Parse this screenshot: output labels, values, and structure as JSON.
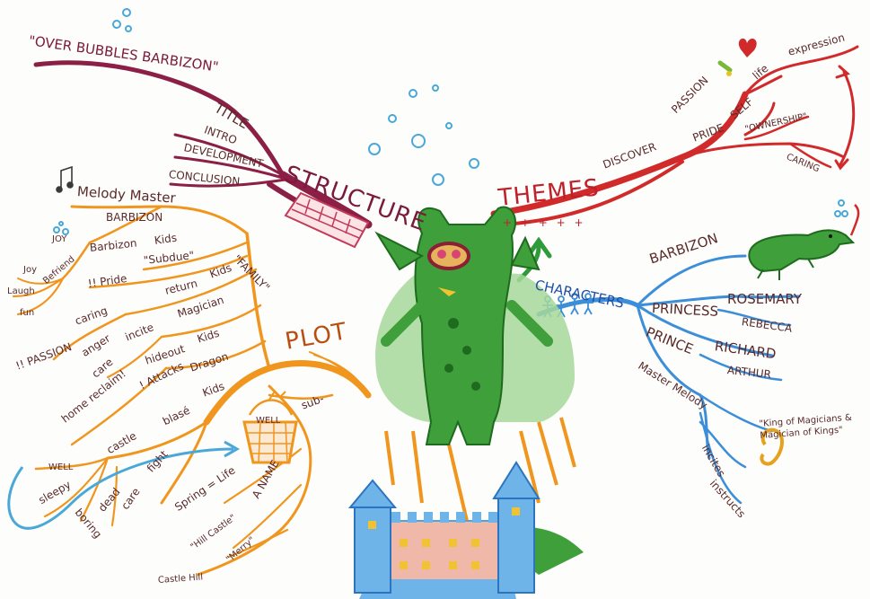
{
  "colors": {
    "structure": "#8b1f45",
    "themes": "#d12a2a",
    "plot": "#f0961e",
    "characters": "#3d8ed8",
    "monster": "#3f9f3a",
    "castle": "#f0b8a8",
    "tower": "#6fb4e8"
  },
  "center": {
    "image": "green-monster-with-castle",
    "structure_icon": "brick-wall"
  },
  "structure": {
    "title_phrase": "\"OVER BUBBLES BARBIZON\"",
    "label": "STRUCTURE",
    "children": [
      "TITLE",
      "INTRO",
      "DEVELOPMENT",
      "CONCLUSION"
    ]
  },
  "themes": {
    "label": "THEMES",
    "discover": "DISCOVER",
    "passion": "PASSION",
    "life": "life",
    "expression": "expression",
    "pride": "PRIDE",
    "self": "SELF",
    "ownership": "\"OWNERSHIP\"",
    "caring": "CARING",
    "plus_signs": "+ + + + +"
  },
  "characters": {
    "label": "CHARACTERS",
    "barbizon": "BARBIZON",
    "princess": "PRINCESS",
    "rosemary": "ROSEMARY",
    "rebecca": "REBECCA",
    "prince": "PRINCE",
    "richard": "RICHARD",
    "arthur": "ARTHUR",
    "master_melody": "Master Melody",
    "king_of_magicians": "\"King of Magicians & Magician of Kings\"",
    "incites": "incites",
    "instructs": "instructs"
  },
  "plot": {
    "label": "PLOT",
    "family": "\"FAMILY\"",
    "melody_master": "Melody Master",
    "barbizon_upper": "BARBIZON",
    "joy_small": "JOY",
    "barbizon": "Barbizon",
    "kids_1": "Kids",
    "subdue": "\"Subdue\"",
    "kids_2": "Kids",
    "befriend": "Befriend",
    "joy": "Joy",
    "laugh": "Laugh",
    "fun": "fun",
    "pride": "!! Pride",
    "return": "return",
    "caring": "caring",
    "magician": "Magician",
    "incite": "incite",
    "anger": "anger",
    "passion": "!! PASSION",
    "hideout": "hideout",
    "kids_3": "Kids",
    "care": "care",
    "attacks": "! Attacks",
    "dragon": "Dragon",
    "kids_4": "Kids",
    "home_reclaim": "home reclaim!",
    "blase": "blasé",
    "castle": "castle",
    "well_upper": "WELL",
    "sleepy": "sleepy",
    "boring": "boring",
    "dead": "dead",
    "care_x": "care",
    "fight": "fight",
    "well_icon": "WELL",
    "sub": "sub-",
    "spring_life": "Spring = Life",
    "a_name": "A NAME",
    "hill_castle": "\"Hill Castle\"",
    "merry": "\"Merry\"",
    "castle_hill": "Castle Hill"
  }
}
